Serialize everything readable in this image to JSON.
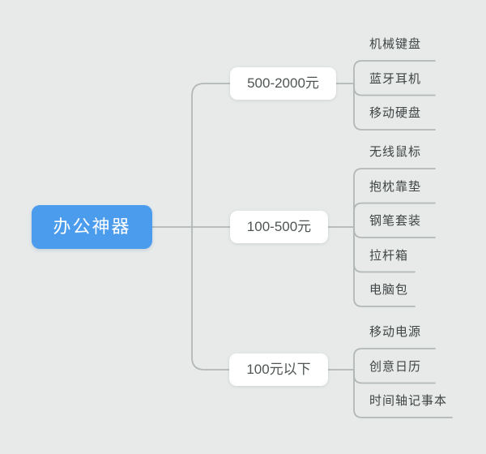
{
  "root": {
    "label": "办公神器"
  },
  "branches": [
    {
      "label": "500-2000元",
      "children": [
        "机械键盘",
        "蓝牙耳机",
        "移动硬盘"
      ]
    },
    {
      "label": "100-500元",
      "children": [
        "无线鼠标",
        "抱枕靠垫",
        "钢笔套装",
        "拉杆箱",
        "电脑包"
      ]
    },
    {
      "label": "100元以下",
      "children": [
        "移动电源",
        "创意日历",
        "时间轴记事本"
      ]
    }
  ],
  "colors": {
    "background": "#E7EAE9",
    "root_fill": "#4C9CEE",
    "root_text": "#FFFFFF",
    "branch_fill": "#FFFFFF",
    "branch_text": "#4E5554",
    "leaf_text": "#3F4545",
    "connector": "#B2B8B7"
  }
}
